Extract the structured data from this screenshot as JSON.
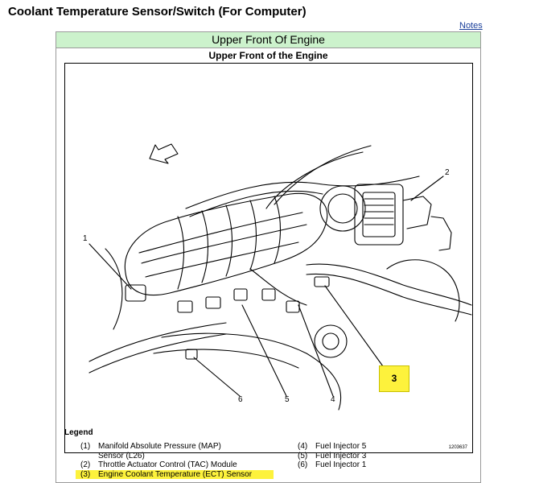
{
  "page": {
    "title": "Coolant Temperature Sensor/Switch (For Computer)",
    "notes_link": "Notes"
  },
  "figure": {
    "header": "Upper Front Of Engine",
    "subtitle": "Upper Front of the Engine",
    "figure_number": "1203637",
    "callouts": {
      "c1": "1",
      "c2": "2",
      "c3": "3",
      "c4": "4",
      "c5": "5",
      "c6": "6"
    }
  },
  "legend": {
    "title": "Legend",
    "left": [
      {
        "num": "(1)",
        "text": "Manifold Absolute Pressure (MAP)",
        "cont": "Sensor (L26)"
      },
      {
        "num": "(2)",
        "text": "Throttle Actuator Control (TAC) Module"
      },
      {
        "num": "(3)",
        "text": "Engine Coolant Temperature (ECT) Sensor",
        "highlighted": true
      }
    ],
    "right": [
      {
        "num": "(4)",
        "text": "Fuel Injector 5"
      },
      {
        "num": "(5)",
        "text": "Fuel Injector 3"
      },
      {
        "num": "(6)",
        "text": "Fuel Injector 1"
      }
    ]
  },
  "colors": {
    "header_bg": "#ccf2cc",
    "highlight": "#fdf23c",
    "link": "#1a3f9a"
  }
}
